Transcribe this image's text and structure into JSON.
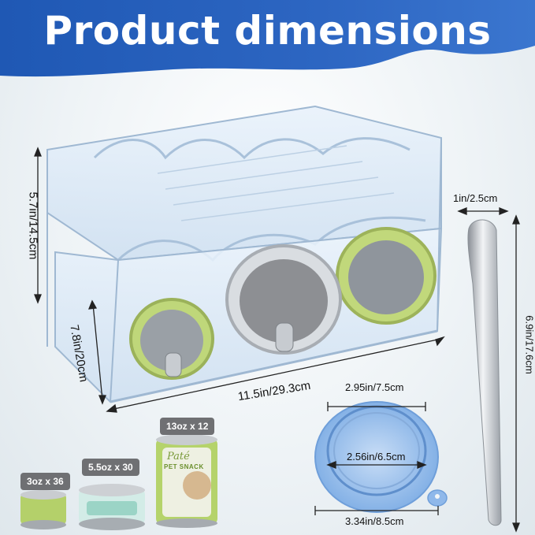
{
  "title": "Product dimensions",
  "dimensions": {
    "rack_height": "5.7in/14.5cm",
    "rack_depth": "7.8in/20cm",
    "rack_width": "11.5in/29.3cm",
    "spoon_width": "1in/2.5cm",
    "spoon_length": "6.9in/17.6cm",
    "lid_top": "2.95in/7.5cm",
    "lid_inner": "2.56in/6.5cm",
    "lid_outer": "3.34in/8.5cm"
  },
  "cans": [
    {
      "size": "3oz x 36"
    },
    {
      "size": "5.5oz x 30"
    },
    {
      "size": "13oz x 12",
      "brand": "Paté",
      "label": "PET SNACK"
    }
  ],
  "colors": {
    "header_blue": "#2a5fb8",
    "lid_blue": "#8fb8ea",
    "can_green": "#b7d26a",
    "badge_gray": "#6f7073"
  }
}
